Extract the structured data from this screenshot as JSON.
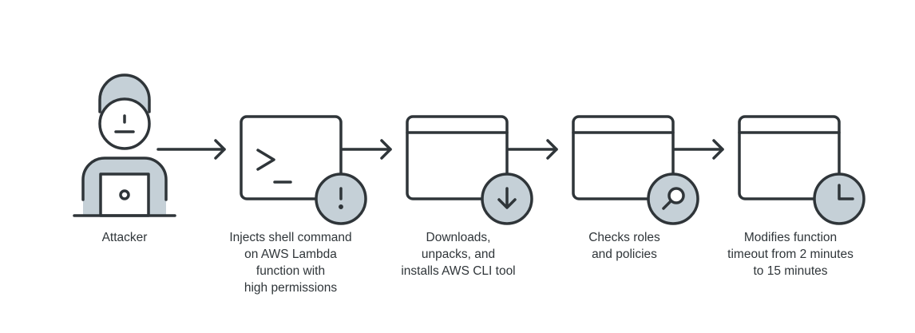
{
  "colors": {
    "stroke": "#2f3539",
    "fill": "#c5d0d7",
    "background": "#ffffff"
  },
  "actor": {
    "icon": "attacker-with-laptop-icon",
    "label_lines": [
      "Attacker"
    ]
  },
  "steps": [
    {
      "icon": "terminal-window-icon",
      "badge": "exclamation-icon",
      "label_lines": [
        "Injects shell command",
        "on AWS Lambda",
        "function with",
        "high permissions"
      ]
    },
    {
      "icon": "browser-window-icon",
      "badge": "download-arrow-icon",
      "label_lines": [
        "Downloads,",
        "unpacks, and",
        "installs AWS CLI tool"
      ]
    },
    {
      "icon": "browser-window-icon",
      "badge": "magnifier-icon",
      "label_lines": [
        "Checks roles",
        "and policies"
      ]
    },
    {
      "icon": "browser-window-icon",
      "badge": "clock-icon",
      "label_lines": [
        "Modifies function",
        "timeout from 2 minutes",
        "to 15 minutes"
      ]
    }
  ]
}
